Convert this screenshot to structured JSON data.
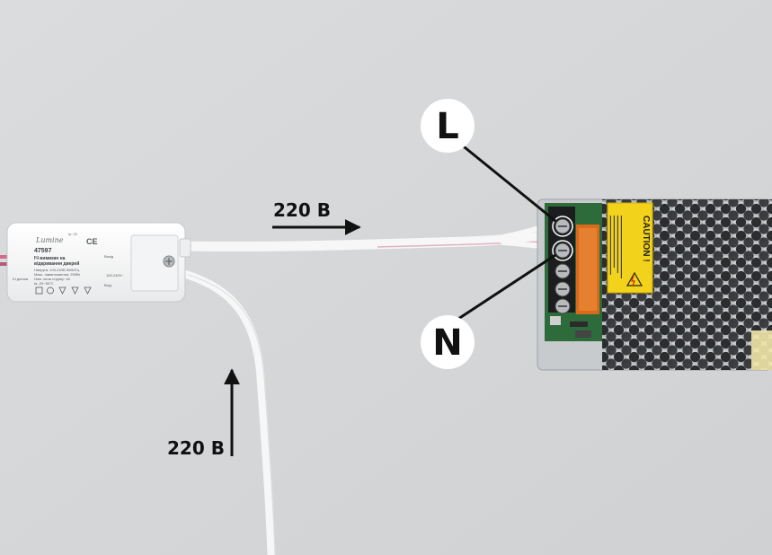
{
  "annotations": {
    "top_arrow_label": "220 В",
    "bottom_arrow_label": "220 В",
    "terminal_live": "L",
    "terminal_neutral": "N"
  },
  "switch_label": {
    "brand": "Lumine",
    "model": "47597",
    "title_line1": "ІЧ вимикач на",
    "title_line2": "відкривання дверей",
    "spec1": "Напруга: 100-240В   50/60Гц",
    "spec2": "Макс. навантаження: 250Вт",
    "spec3": "Ном. сила струму: 1А",
    "spec4": "ta -20~50°C",
    "side_label": "ІЧ датчик",
    "out_label": "Вихід",
    "in_label": "Вхід",
    "voltage": "100-240V~",
    "ip": "Ip: 20"
  },
  "psu_label": {
    "caution_title": "CAUTION !"
  },
  "colors": {
    "background": "#d6d8da",
    "arrow": "#111111",
    "circle_fill": "#ffffff",
    "caution_yellow": "#f2d21a",
    "pcb_green": "#2e6b3a"
  }
}
